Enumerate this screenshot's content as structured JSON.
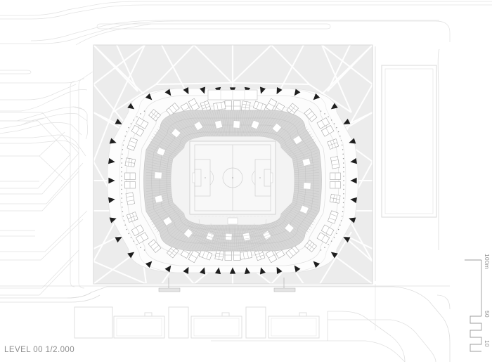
{
  "drawing": {
    "caption": "LEVEL 00  1/2.000",
    "level": "LEVEL 00",
    "scale": "1/2.000",
    "type": "architectural-site-plan",
    "subject": "football stadium ground floor plan"
  },
  "scale_bar": {
    "name": "graphic-scale-bar",
    "unit": "m",
    "ticks": [
      {
        "label": "100m",
        "value": 100
      },
      {
        "label": "50",
        "value": 50
      },
      {
        "label": "10",
        "value": 10
      }
    ]
  },
  "colors": {
    "paper": "#ffffff",
    "plaza_fill": "#ececec",
    "plaza_line": "#ffffff",
    "bowl_tier": "#d4d4d4",
    "bowl_tier_alt": "#c9c9c9",
    "concourse_fill": "#fbfbfb",
    "pitch_fill": "#f7f7f7",
    "pitch_line": "#cfcfcf",
    "site_line": "#dedede",
    "building_line": "#d2d2d2",
    "building_fill": "#f4f4f4",
    "marker": "#1c1c1c",
    "text": "#8d8d8d"
  },
  "plan": {
    "pitch": {
      "name": "football-pitch",
      "markings": [
        "touchline",
        "halfway-line",
        "centre-circle",
        "centre-spot",
        "penalty-area",
        "goal-area",
        "penalty-spot",
        "goal"
      ]
    },
    "bowl": {
      "name": "seating-bowl",
      "tier_count": 1,
      "vomitory_count": 20
    },
    "concourse": {
      "name": "concourse-ring",
      "module_count": 36
    },
    "entries": {
      "name": "entry-markers",
      "count": 40,
      "glyph": "triangle"
    },
    "plaza": {
      "name": "stadium-plaza",
      "pattern": "radial-web-facets"
    }
  },
  "context": {
    "north_buildings": [
      {
        "name": "north-west-block",
        "pattern": "grid"
      },
      {
        "name": "north-east-block",
        "pattern": "grid"
      }
    ],
    "east_building": {
      "name": "east-block",
      "pattern": "outline"
    },
    "south_buildings": [
      {
        "name": "south-block-1"
      },
      {
        "name": "south-block-2"
      },
      {
        "name": "south-block-3"
      },
      {
        "name": "south-block-4"
      },
      {
        "name": "south-block-5"
      },
      {
        "name": "south-block-6"
      }
    ],
    "roads": [
      {
        "name": "north-highway"
      },
      {
        "name": "south-road"
      },
      {
        "name": "west-interchange"
      },
      {
        "name": "south-east-ramp"
      }
    ]
  }
}
